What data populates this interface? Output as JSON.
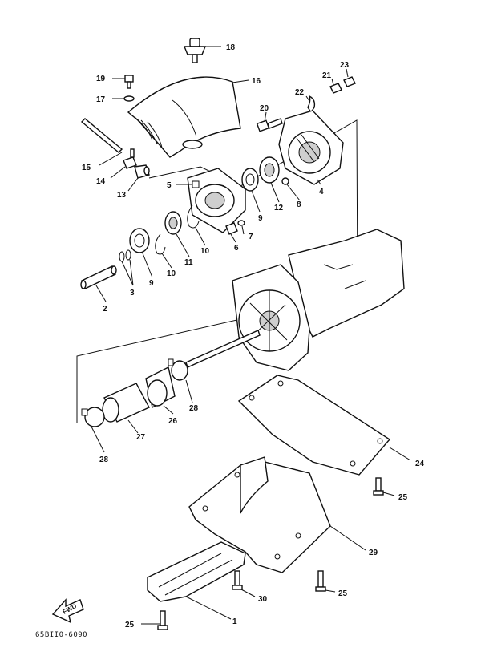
{
  "diagram": {
    "code": "65BII0-6090",
    "fwd_label": "FWD",
    "callouts": {
      "p1": "1",
      "p2": "2",
      "p3": "3",
      "p4": "4",
      "p5": "5",
      "p6": "6",
      "p7": "7",
      "p8": "8",
      "p9a": "9",
      "p9b": "9",
      "p10a": "10",
      "p10b": "10",
      "p11": "11",
      "p12": "12",
      "p13": "13",
      "p14": "14",
      "p15": "15",
      "p16": "16",
      "p17": "17",
      "p18": "18",
      "p19": "19",
      "p20": "20",
      "p21": "21",
      "p22": "22",
      "p23": "23",
      "p24": "24",
      "p25a": "25",
      "p25b": "25",
      "p25c": "25",
      "p26": "26",
      "p27": "27",
      "p28a": "28",
      "p28b": "28",
      "p29": "29",
      "p30": "30"
    }
  }
}
